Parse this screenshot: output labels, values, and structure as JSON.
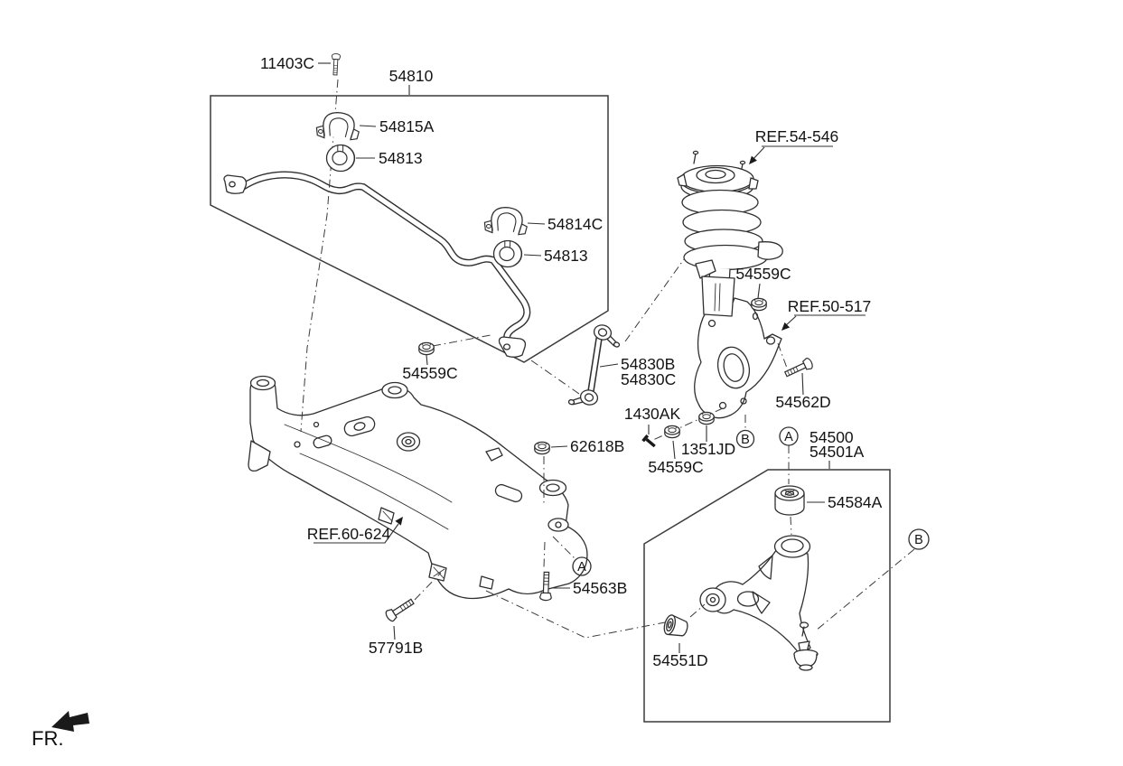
{
  "labels": {
    "p11403C": "11403C",
    "p54810": "54810",
    "p54815A": "54815A",
    "p54813_upper": "54813",
    "p54814C": "54814C",
    "p54813_lower": "54813",
    "p54559C_bar": "54559C",
    "p54830B": "54830B",
    "p54830C": "54830C",
    "ref_54_546": "REF.54-546",
    "ref_50_517": "REF.50-517",
    "ref_60_624": "REF.60-624",
    "p54559C_strut_top": "54559C",
    "p54562D": "54562D",
    "p1430AK": "1430AK",
    "p1351JD": "1351JD",
    "p54559C_strut_lower": "54559C",
    "p62618B": "62618B",
    "p54500": "54500",
    "p54501A": "54501A",
    "p54584A": "54584A",
    "p54563B": "54563B",
    "p57791B": "57791B",
    "p54551D": "54551D",
    "callout_a": "A",
    "callout_b": "B",
    "fr": "FR."
  },
  "colors": {
    "background": "#ffffff",
    "line": "#2f2f2f",
    "text": "#141414"
  }
}
